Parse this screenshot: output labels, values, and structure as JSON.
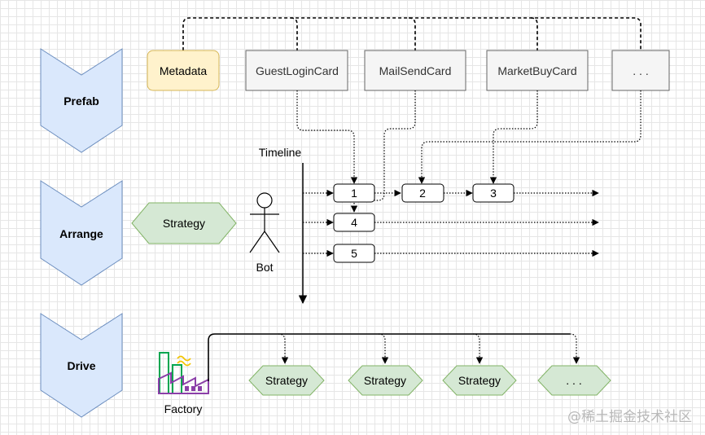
{
  "stages": {
    "prefab": "Prefab",
    "arrange": "Arrange",
    "drive": "Drive"
  },
  "prefab": {
    "metadata": "Metadata",
    "cards": [
      "GuestLoginCard",
      "MailSendCard",
      "MarketBuyCard",
      ". . ."
    ]
  },
  "arrange": {
    "strategy": "Strategy",
    "bot": "Bot",
    "timeline": "Timeline",
    "nodes": [
      "1",
      "2",
      "3",
      "4",
      "5"
    ]
  },
  "drive": {
    "factory": "Factory",
    "strategies": [
      "Strategy",
      "Strategy",
      "Strategy",
      ". . ."
    ]
  },
  "watermark": "@稀土掘金技术社区",
  "colors": {
    "stage_fill": "#dae8fc",
    "stage_stroke": "#6c8ebf",
    "metadata_fill": "#fff2cc",
    "metadata_stroke": "#d6b656",
    "card_fill": "#f5f5f5",
    "card_stroke": "#666666",
    "strategy_fill": "#d5e8d4",
    "strategy_stroke": "#82b366",
    "factory_green": "#00a650",
    "factory_purple": "#8b3fa8"
  }
}
